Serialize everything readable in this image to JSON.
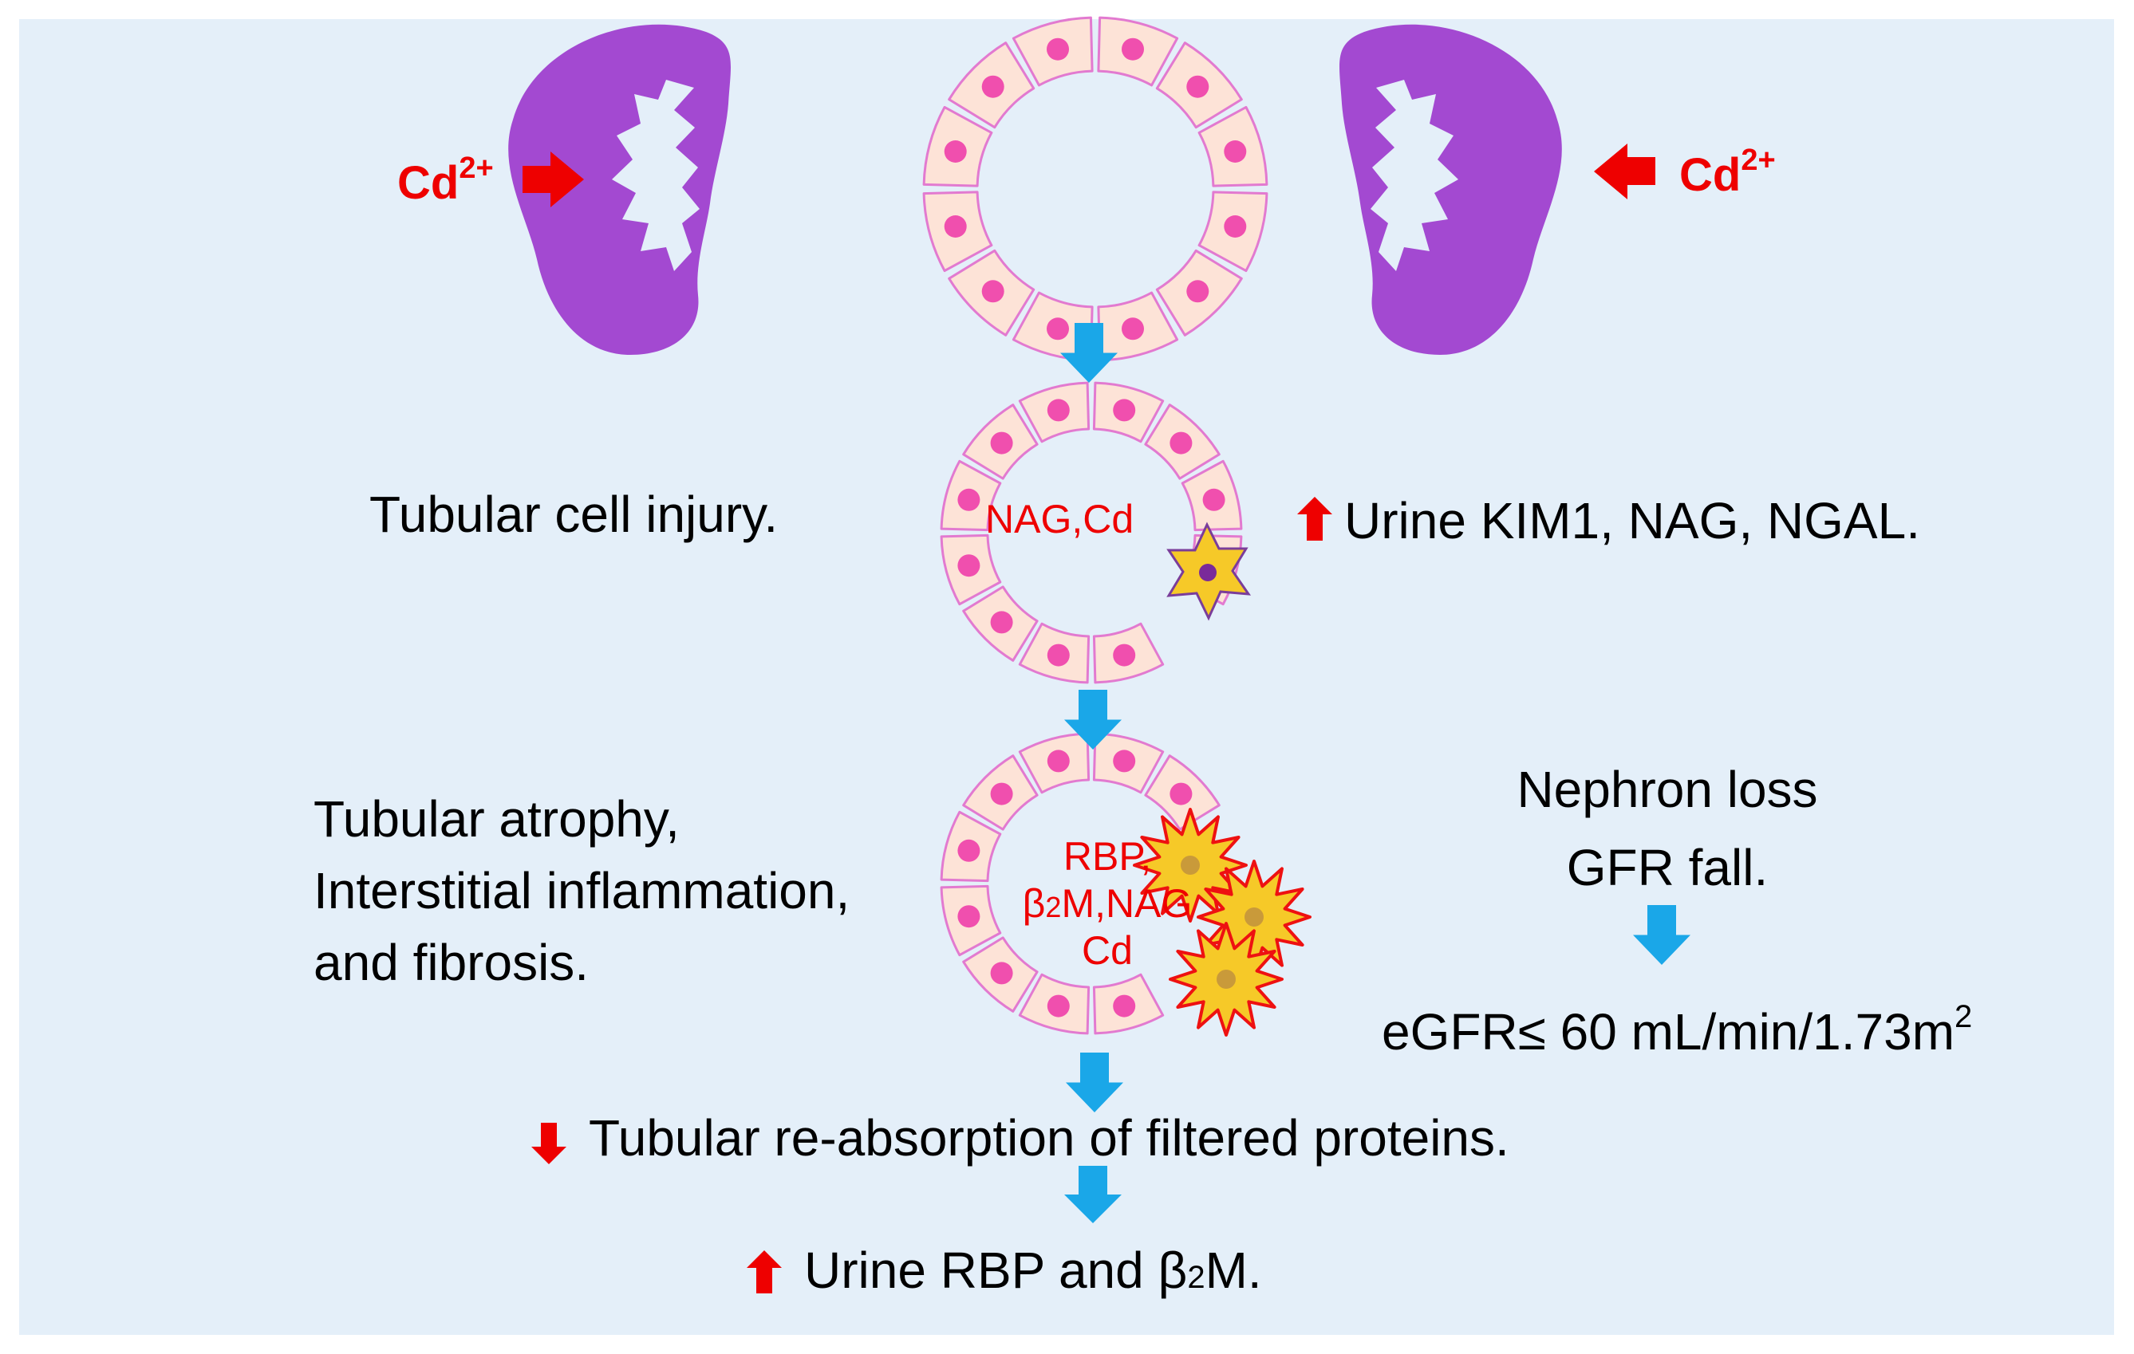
{
  "colors": {
    "background": "#e4eff9",
    "kidney": "#a349d1",
    "cell_fill": "#fde3d7",
    "cell_border": "#e27ad0",
    "nucleus": "#f04fae",
    "flow_arrow": "#1aa7e8",
    "cd_arrow": "#ee0000",
    "damaged_cell": "#f6c928"
  },
  "icons": [
    "kidney-icon",
    "tubule-cross-section-icon",
    "damaged-cell-star-icon",
    "inflammation-burst-icon",
    "arrow-down-icon",
    "arrow-up-icon",
    "arrow-right-icon",
    "arrow-left-icon"
  ],
  "cadmium": {
    "symbol": "Cd",
    "charge": "2+"
  },
  "lumen": {
    "stage1": "NAG,Cd",
    "stage2_line1": "RBP,",
    "stage2_line2_beta": "β",
    "stage2_line2_sub": "2",
    "stage2_line2_rest": "M,NAG",
    "stage2_line3": "Cd"
  },
  "labels": {
    "tubular_injury": "Tubular cell injury.",
    "kim1": "Urine KIM1, NAG, NGAL.",
    "atrophy_line1": "Tubular atrophy,",
    "atrophy_line2": "Interstitial inflammation,",
    "atrophy_line3": "and fibrosis.",
    "nephron_loss": "Nephron loss",
    "gfr_fall": "GFR fall.",
    "egfr": "eGFR≤ 60 mL/min/1.73m",
    "egfr_sup": "2",
    "reabsorption": "Tubular re-absorption of filtered proteins.",
    "urine_rbp": "Urine RBP and β",
    "urine_rbp_sub": "2",
    "urine_rbp_end": "M."
  }
}
